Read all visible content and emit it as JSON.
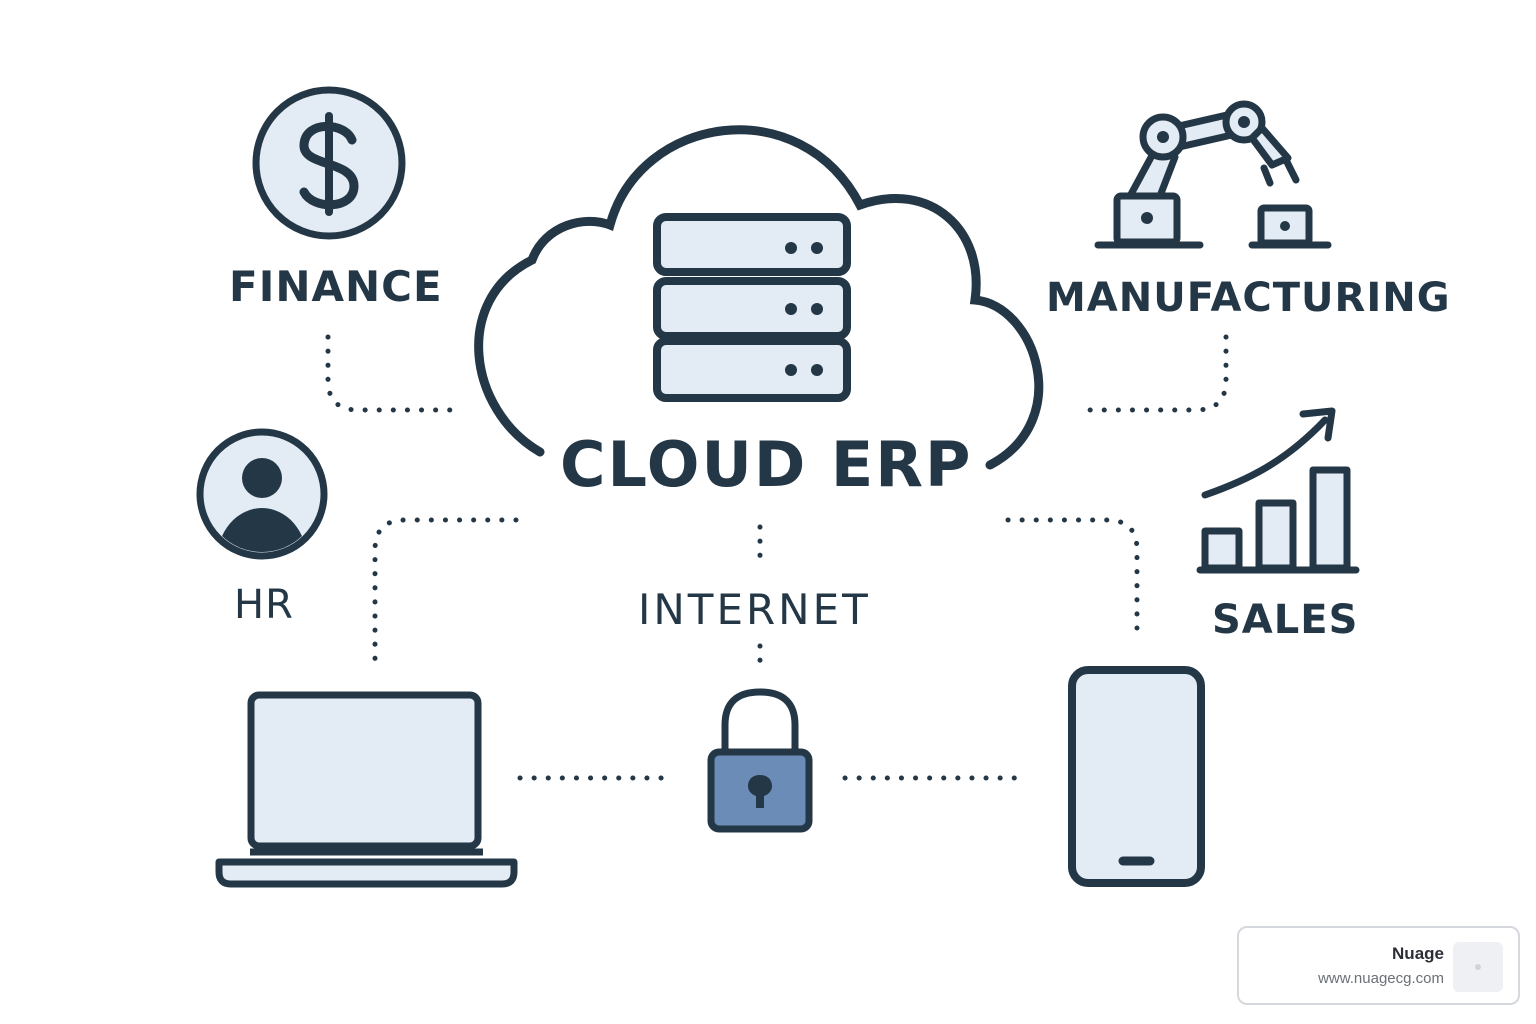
{
  "labels": {
    "center": "CLOUD ERP",
    "finance": "FINANCE",
    "manufacturing": "MANUFACTURING",
    "hr": "HR",
    "sales": "SALES",
    "internet": "INTERNET"
  },
  "icons": {
    "finance": "dollar-icon",
    "manufacturing": "robot-arm-icon",
    "hr": "person-icon",
    "sales": "growth-chart-icon",
    "server": "server-rack-icon",
    "cloud": "cloud-icon",
    "security": "padlock-icon",
    "laptop": "laptop-icon",
    "mobile": "smartphone-icon"
  },
  "colors": {
    "stroke": "#243746",
    "fill": "#e3ebf4",
    "lock_accent": "#6b8cb6"
  },
  "watermark": {
    "name": "Nuage",
    "url": "www.nuagecg.com"
  }
}
